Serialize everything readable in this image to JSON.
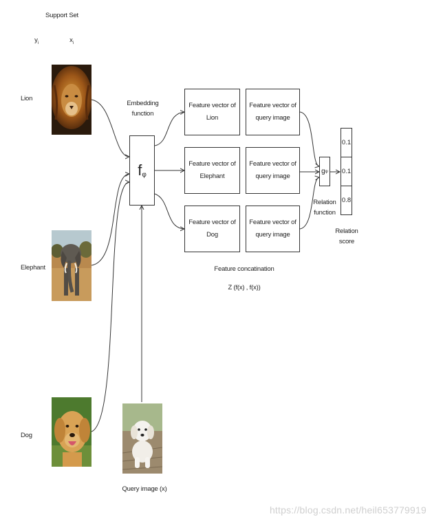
{
  "support_set": {
    "title": "Support Set",
    "y_label": "y",
    "y_sub": "i",
    "x_label": "x",
    "x_sub": "i"
  },
  "classes": [
    {
      "label": "Lion"
    },
    {
      "label": "Elephant"
    },
    {
      "label": "Dog"
    }
  ],
  "embedding": {
    "caption_line1": "Embedding",
    "caption_line2": "function",
    "symbol": "f",
    "subscript": "φ"
  },
  "feature_boxes": {
    "support": [
      "Feature vector of\nLion",
      "Feature vector of\nElephant",
      "Feature vector of\nDog"
    ],
    "query": [
      "Feature vector of\nquery image",
      "Feature vector of\nquery image",
      "Feature vector of\nquery image"
    ]
  },
  "concatenation": {
    "label": "Feature concatination",
    "formula": "Z (f(x) , f(x))"
  },
  "relation": {
    "symbol": "g",
    "subscript": "ψ",
    "caption_line1": "Relation",
    "caption_line2": "function"
  },
  "scores": {
    "values": [
      "0.1",
      "0.1",
      "0.8"
    ],
    "caption_line1": "Relation",
    "caption_line2": "score"
  },
  "query": {
    "caption": "Query image (x)"
  },
  "watermark": "https://blog.csdn.net/heil653779919"
}
